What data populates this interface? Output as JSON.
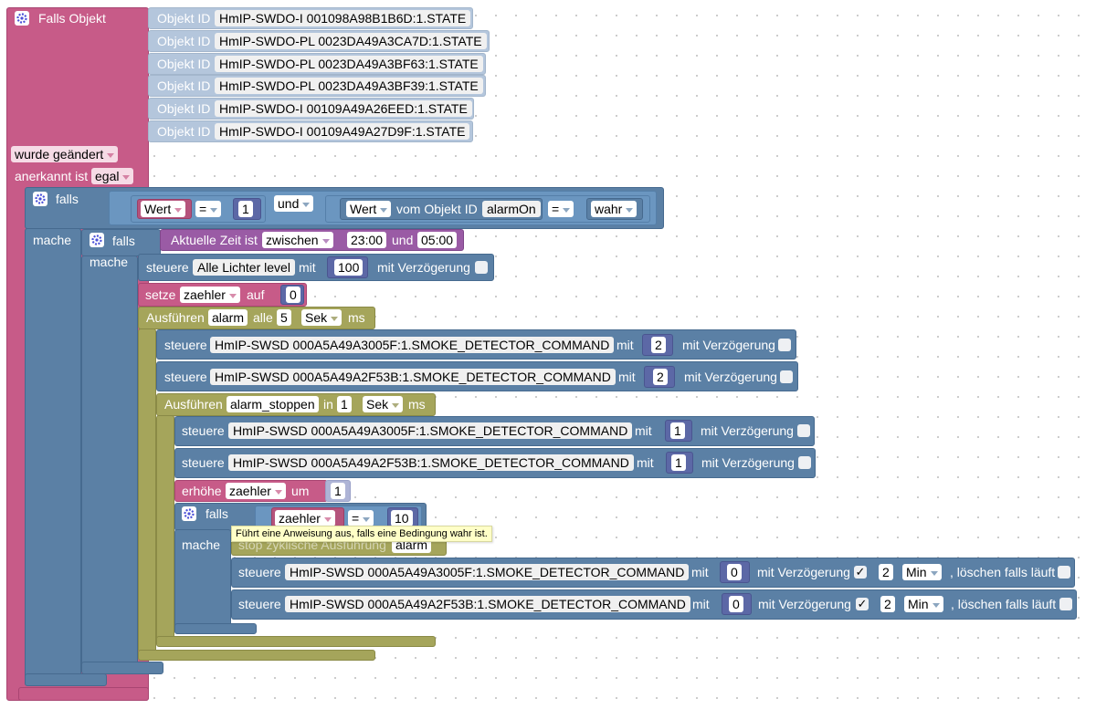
{
  "colors": {
    "event": "#c75b88",
    "logic": "#5b80a5",
    "time": "#9a5ba5",
    "timer": "#a5a55b",
    "object_id": "#b4c6dc",
    "number": "#5c68a6"
  },
  "trigger": {
    "title": "Falls Objekt",
    "objekt_id_label": "Objekt ID",
    "objects": [
      "HmIP-SWDO-I 001098A98B1B6D:1.STATE",
      "HmIP-SWDO-PL 0023DA49A3CA7D:1.STATE",
      "HmIP-SWDO-PL 0023DA49A3BF63:1.STATE",
      "HmIP-SWDO-PL 0023DA49A3BF39:1.STATE",
      "HmIP-SWDO-I 00109A49A26EED:1.STATE",
      "HmIP-SWDO-I 00109A49A27D9F:1.STATE"
    ],
    "changed": "wurde geändert",
    "ack_label": "anerkannt ist",
    "ack_value": "egal"
  },
  "if1": {
    "falls": "falls",
    "mache": "mache",
    "left_var": "Wert",
    "op1": "=",
    "num1": "1",
    "and": "und",
    "right_var": "Wert",
    "of_object": "vom Objekt ID",
    "object": "alarmOn",
    "op2": "=",
    "value": "wahr"
  },
  "if2": {
    "falls": "falls",
    "mache": "mache",
    "time_label": "Aktuelle Zeit ist",
    "time_mode": "zwischen",
    "from": "23:00",
    "and": "und",
    "to": "05:00"
  },
  "light": {
    "steuere": "steuere",
    "target": "Alle Lichter level",
    "mit": "mit",
    "value": "100",
    "delay": "mit Verzögerung"
  },
  "set": {
    "label": "setze",
    "var": "zaehler",
    "auf": "auf",
    "value": "0"
  },
  "interval": {
    "label": "Ausführen",
    "name": "alarm",
    "alle": "alle",
    "value": "5",
    "unit": "Sek",
    "ms": "ms"
  },
  "smoke": {
    "steuere": "steuere",
    "mit": "mit",
    "delay": "mit Verzögerung",
    "cmd1": "HmIP-SWSD 000A5A49A3005F:1.SMOKE_DETECTOR_COMMAND",
    "cmd2": "HmIP-SWSD 000A5A49A2F53B:1.SMOKE_DETECTOR_COMMAND",
    "val_on": "2",
    "val_stop": "1",
    "val_off": "0"
  },
  "timeout": {
    "label": "Ausführen",
    "name": "alarm_stoppen",
    "in": "in",
    "value": "1",
    "unit": "Sek",
    "ms": "ms"
  },
  "inc": {
    "label": "erhöhe",
    "var": "zaehler",
    "um": "um",
    "value": "1"
  },
  "if3": {
    "falls": "falls",
    "mache": "mache",
    "var": "zaehler",
    "op": "=",
    "value": "10"
  },
  "tooltip": "Führt eine Anweisung aus, falls eine Bedingung wahr ist.",
  "stop": {
    "label": "stop zyklische Ausführung",
    "name": "alarm"
  },
  "final": {
    "check": "✓",
    "delay_value": "2",
    "unit": "Min",
    "clear": ", löschen falls läuft"
  }
}
